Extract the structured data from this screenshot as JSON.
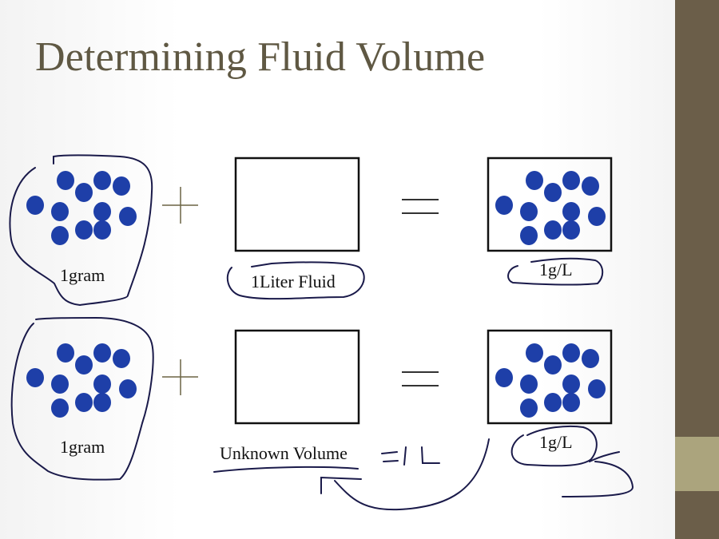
{
  "title": "Determining Fluid Volume",
  "row1": {
    "solute_label": "1gram",
    "fluid_label": "1Liter Fluid",
    "result_label": "1g/L"
  },
  "row2": {
    "solute_label": "1gram",
    "fluid_label": "Unknown Volume",
    "result_label": "1g/L"
  },
  "particle_count": 11,
  "colors": {
    "particle": "#1e3fa8",
    "title": "#5f5843",
    "sidebar": "#6b5e49",
    "sidebar_accent": "#aba47d",
    "ink": "#1a1a4a"
  }
}
